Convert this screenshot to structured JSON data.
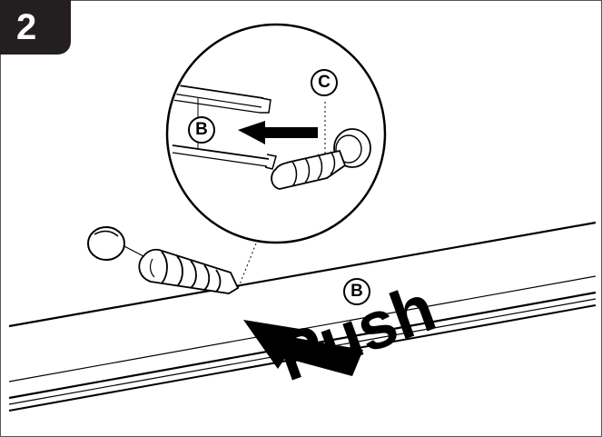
{
  "step": {
    "number": "2"
  },
  "labels": {
    "detail_part_b": "B",
    "detail_part_c": "C",
    "main_part_b": "B"
  },
  "instruction": {
    "push": "Push"
  },
  "colors": {
    "ink": "#000000",
    "badge": "#231f20",
    "paper": "#ffffff"
  },
  "icons": {
    "arrow": "push-arrow-icon",
    "anchor": "wall-anchor-icon",
    "cap": "screw-cap-icon"
  }
}
